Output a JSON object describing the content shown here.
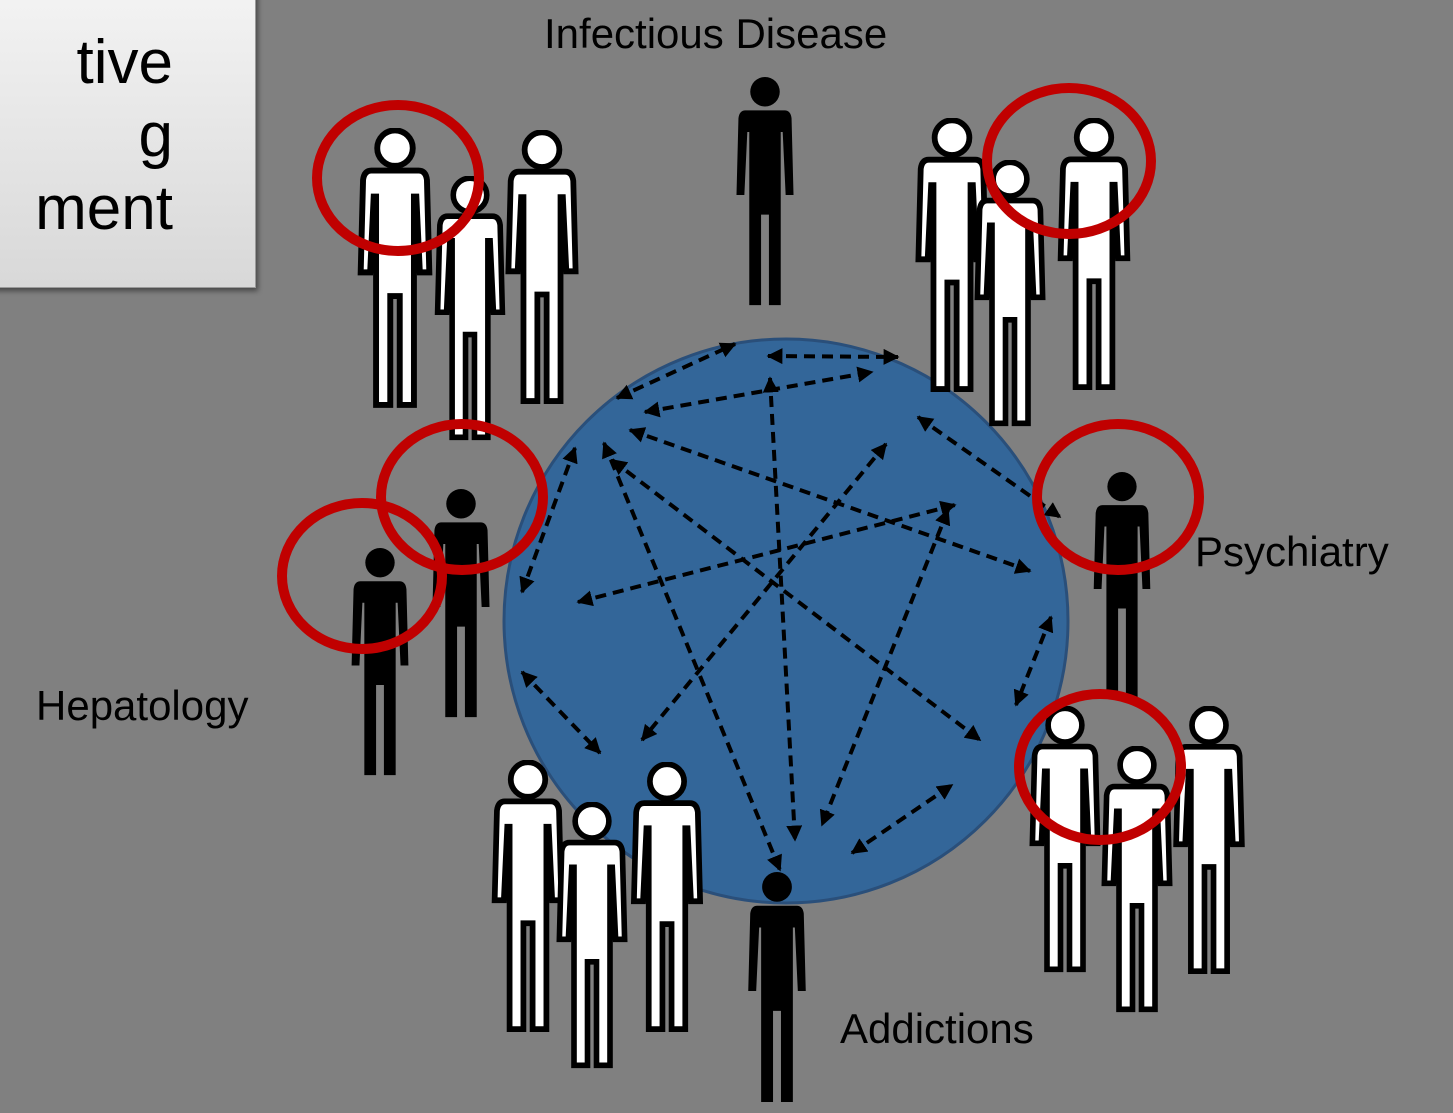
{
  "callout": {
    "lines": [
      "tive",
      "g",
      "ment"
    ]
  },
  "specialties": {
    "infectious_disease": "Infectious Disease",
    "psychiatry": "Psychiatry",
    "hepatology": "Hepatology",
    "addictions": "Addictions"
  },
  "colors": {
    "background": "#808080",
    "hub_fill": "#336699",
    "hub_stroke": "#2a4f7a",
    "highlight_ring": "#c00000",
    "specialist_figure": "#000000",
    "team_figure": "#ffffff"
  },
  "icons": [
    "person-icon",
    "dashed-double-arrow-icon",
    "highlight-circle-icon"
  ]
}
